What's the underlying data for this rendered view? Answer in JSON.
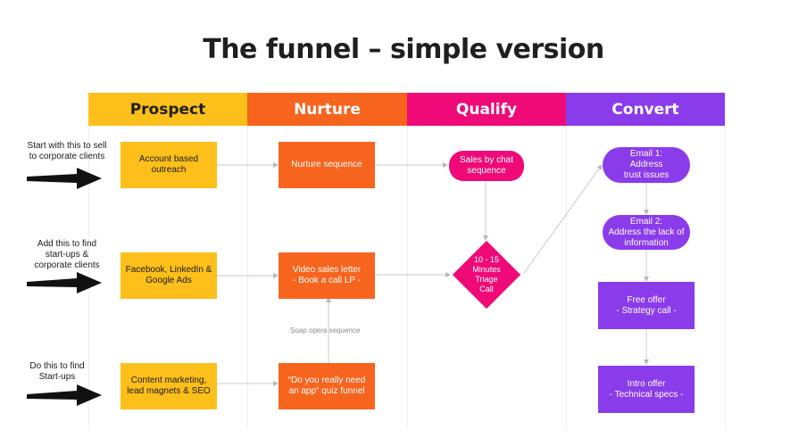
{
  "title": "The funnel – simple version",
  "stages": [
    {
      "label": "Prospect",
      "color": "#fdbf1a"
    },
    {
      "label": "Nurture",
      "color": "#f7641e"
    },
    {
      "label": "Qualify",
      "color": "#ef0a78"
    },
    {
      "label": "Convert",
      "color": "#8a3bea"
    }
  ],
  "notes": [
    "Start with this to sell\nto corporate clients",
    "Add this to find\nstart-ups &\ncorporate clients",
    "Do this to find\nStart-ups"
  ],
  "prospect": [
    "Account based\noutreach",
    "Facebook, LinkedIn &\nGoogle Ads",
    "Content marketing,\nlead magnets & SEO"
  ],
  "nurture": [
    "Nurture sequence",
    "Video sales letter\n- Book a call LP -",
    "“Do you really need\nan app” quiz funnel"
  ],
  "soap_label": "Soap opera sequence",
  "qualify": {
    "chat": "Sales by chat\nsequence",
    "triage": "10 - 15\nMinutes\nTriage\nCall"
  },
  "convert": [
    "Email 1:\nAddress\ntrust issues",
    "Email 2:\nAddress the lack of\ninformation",
    "Free offer\n- Strategy call -",
    "Intro offer\n- Technical specs -"
  ]
}
